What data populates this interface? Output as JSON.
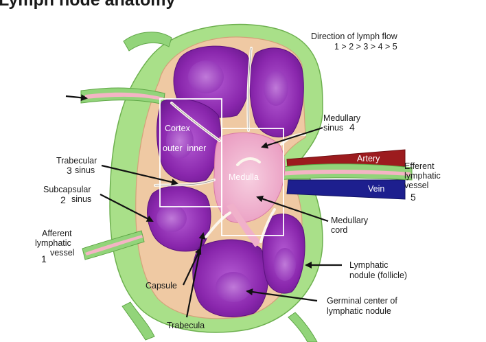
{
  "title": "Lymph node anatomy",
  "flow": {
    "heading": "Direction of lymph flow",
    "sequence": "1 > 2 > 3 > 4 > 5"
  },
  "labels": {
    "cortex": "Cortex",
    "cortex_sub": "outer  inner",
    "medulla": "Medulla",
    "artery": "Artery",
    "vein": "Vein",
    "medullary_sinus": "Medullary",
    "medullary_sinus_2": "sinus",
    "medullary_sinus_num": "4",
    "efferent_1": "Efferent",
    "efferent_2": "lymphatic",
    "efferent_3": "vessel",
    "efferent_num": "5",
    "trabecular_1": "Trabecular",
    "trabecular_num": "3",
    "trabecular_2": "sinus",
    "subcapsular_1": "Subcapsular",
    "subcapsular_num": "2",
    "subcapsular_2": "sinus",
    "afferent_1": "Afferent",
    "afferent_2": "lymphatic",
    "afferent_3": "vessel",
    "afferent_num": "1",
    "medullary_cord_1": "Medullary",
    "medullary_cord_2": "cord",
    "nodule_1": "Lymphatic",
    "nodule_2": "nodule (follicle)",
    "germinal_1": "Germinal center of",
    "germinal_2": "lymphatic nodule",
    "capsule": "Capsule",
    "trabecula": "Trabecula"
  },
  "colors": {
    "capsule_green": "#a9e089",
    "vessel_green": "#92d47a",
    "sinus_pink": "#f4b4c4",
    "cortex_purple": "#7d1fa0",
    "nodule_purple": "#a548c8",
    "artery_red": "#9c1b1e",
    "vein_blue": "#1d1f8e",
    "trabecula_tan": "#e6c4a5"
  }
}
